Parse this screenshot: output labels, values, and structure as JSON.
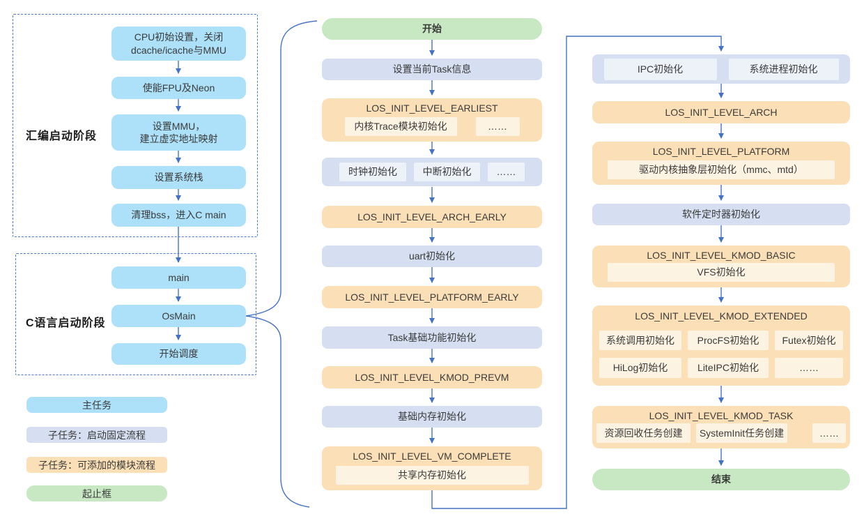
{
  "colors": {
    "main": "#ADE1F9",
    "fixed": "#D6DFF1",
    "module": "#FBDFB6",
    "terminal": "#C7E8C3",
    "chipo": "#FDF3E2",
    "chipb": "#EDF2F9",
    "line": "#4472C4",
    "dash": "#4C79C8",
    "text": "#3A3A3A"
  },
  "left": {
    "asm_section": {
      "label": "汇编启动阶段",
      "steps": [
        "CPU初始设置，关闭\ndcache/icache与MMU",
        "使能FPU及Neon",
        "设置MMU，\n建立虚实地址映射",
        "设置系统栈",
        "清理bss，进入C main"
      ]
    },
    "c_section": {
      "label": "C语言启动阶段",
      "steps": [
        "main",
        "OsMain",
        "开始调度"
      ]
    },
    "legend": {
      "items": [
        "主任务",
        "子任务：启动固定流程",
        "子任务：可添加的模块流程",
        "起止框"
      ]
    }
  },
  "middle": {
    "start": "开始",
    "nodes": [
      {
        "text": "设置当前Task信息"
      },
      {
        "title": "LOS_INIT_LEVEL_EARLIEST",
        "chips": [
          "内核Trace模块初始化",
          "……"
        ]
      },
      {
        "chips": [
          "时钟初始化",
          "中断初始化",
          "……"
        ]
      },
      {
        "title": "LOS_INIT_LEVEL_ARCH_EARLY"
      },
      {
        "text": "uart初始化"
      },
      {
        "title": "LOS_INIT_LEVEL_PLATFORM_EARLY"
      },
      {
        "text": "Task基础功能初始化"
      },
      {
        "title": "LOS_INIT_LEVEL_KMOD_PREVM"
      },
      {
        "text": "基础内存初始化"
      },
      {
        "title": "LOS_INIT_LEVEL_VM_COMPLETE",
        "chips": [
          "共享内存初始化"
        ]
      }
    ]
  },
  "right": {
    "nodes": [
      {
        "chips": [
          "IPC初始化",
          "系统进程初始化"
        ]
      },
      {
        "title": "LOS_INIT_LEVEL_ARCH"
      },
      {
        "title": "LOS_INIT_LEVEL_PLATFORM",
        "chips": [
          "驱动内核抽象层初始化（mmc、mtd）"
        ]
      },
      {
        "text": "软件定时器初始化"
      },
      {
        "title": "LOS_INIT_LEVEL_KMOD_BASIC",
        "chips": [
          "VFS初始化"
        ]
      },
      {
        "title": "LOS_INIT_LEVEL_KMOD_EXTENDED",
        "rows": [
          [
            "系统调用初始化",
            "ProcFS初始化",
            "Futex初始化"
          ],
          [
            "HiLog初始化",
            "LiteIPC初始化",
            "……"
          ]
        ]
      },
      {
        "title": "LOS_INIT_LEVEL_KMOD_TASK",
        "chips": [
          "资源回收任务创建",
          "SystemInit任务创建",
          "……"
        ]
      }
    ],
    "end": "结束"
  }
}
